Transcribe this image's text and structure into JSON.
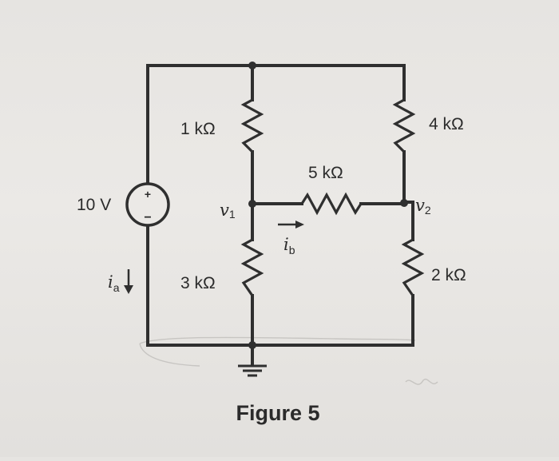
{
  "figure": {
    "caption": "Figure 5",
    "source": {
      "label": "10 V",
      "plus": "+",
      "minus": "−"
    },
    "resistors": {
      "r1": "1 kΩ",
      "r3": "3 kΩ",
      "r5": "5 kΩ",
      "r4": "4 kΩ",
      "r2": "2 kΩ"
    },
    "nodes": {
      "v1": "v",
      "v1_sub": "1",
      "v2": "v",
      "v2_sub": "2"
    },
    "currents": {
      "ia": "i",
      "ia_sub": "a",
      "ib": "i",
      "ib_sub": "b"
    }
  }
}
